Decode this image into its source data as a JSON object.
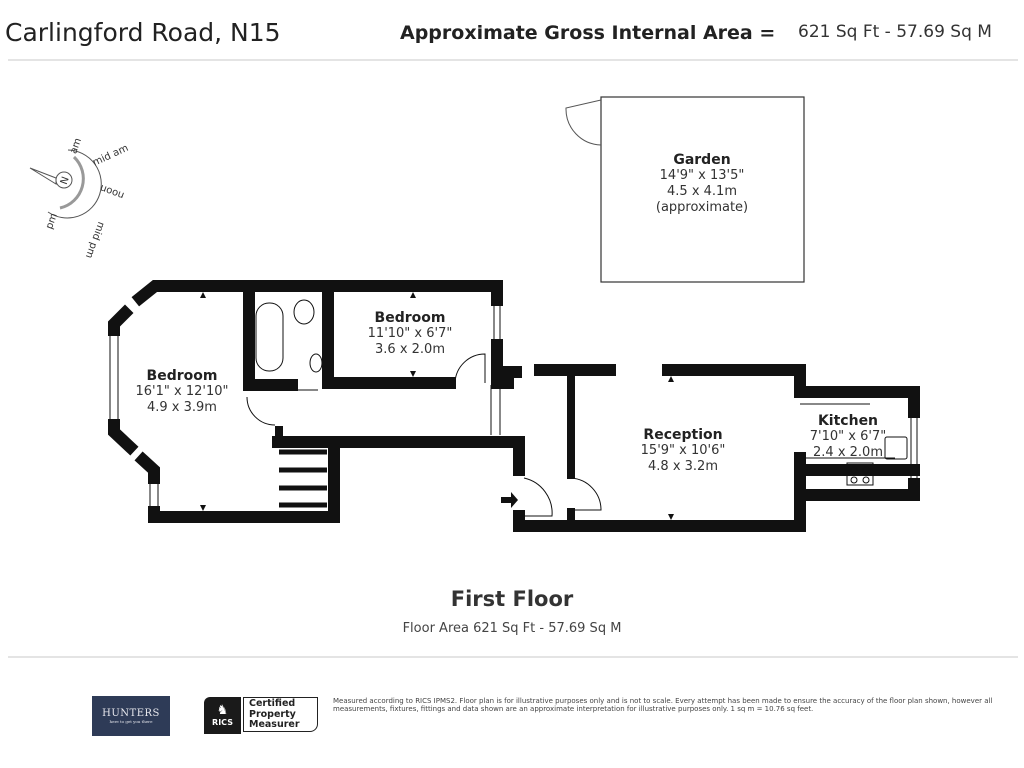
{
  "header": {
    "title": "Carlingford Road, N15",
    "gia_label": "Approximate Gross Internal Area =",
    "gia_value": "621 Sq Ft - 57.69 Sq M"
  },
  "compass": {
    "north": "N",
    "labels": [
      "am",
      "mid am",
      "noon",
      "mid pm",
      "pm"
    ]
  },
  "rooms": [
    {
      "name": "Garden",
      "imperial": "14'9\" x 13'5\"",
      "metric": "4.5 x 4.1m",
      "note": "(approximate)"
    },
    {
      "name": "Bedroom",
      "imperial": "11'10\" x 6'7\"",
      "metric": "3.6 x 2.0m"
    },
    {
      "name": "Bedroom",
      "imperial": "16'1\" x 12'10\"",
      "metric": "4.9 x 3.9m"
    },
    {
      "name": "Reception",
      "imperial": "15'9\" x 10'6\"",
      "metric": "4.8 x 3.2m"
    },
    {
      "name": "Kitchen",
      "imperial": "7'10\" x 6'7\"",
      "metric": "2.4 x 2.0m"
    }
  ],
  "floor": {
    "name": "First Floor",
    "area": "Floor Area 621 Sq Ft - 57.69 Sq M"
  },
  "footer": {
    "agent_logo": "HUNTERS",
    "agent_tagline": "here to get you there",
    "rics_logo": "RICS",
    "rics_badge": [
      "Certified",
      "Property",
      "Measurer"
    ],
    "disclaimer": "Measured according to RICS IPMS2. Floor plan is for illustrative purposes only and is not to scale. Every attempt has been made to ensure the accuracy of the floor plan shown, however all measurements, fixtures, fittings and data shown are an approximate interpretation for illustrative purposes only. 1 sq m = 10.76 sq feet."
  },
  "colors": {
    "wall": "#111111",
    "agent_logo_bg": "#2e3b57",
    "divider": "#e4e4e4"
  }
}
